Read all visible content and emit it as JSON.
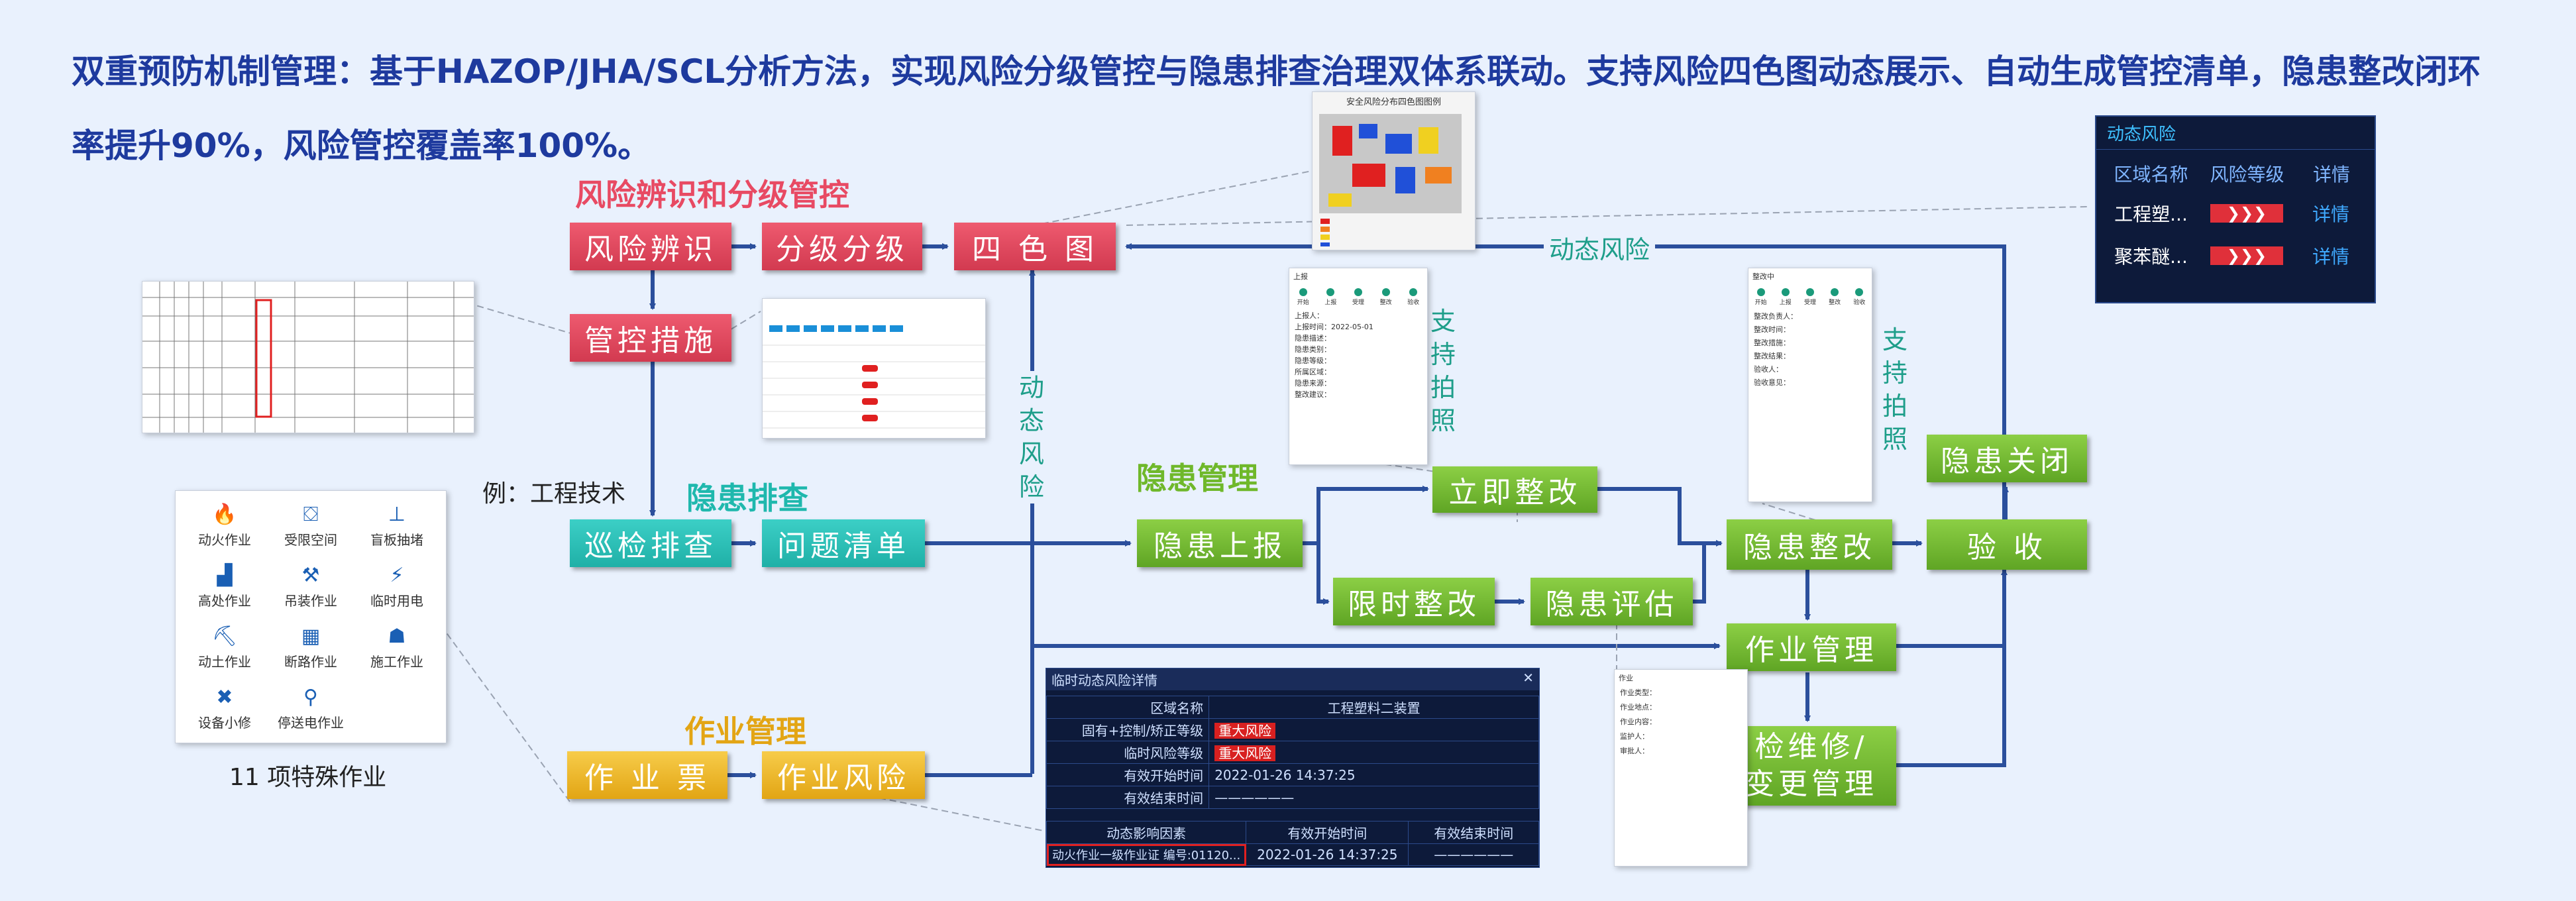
{
  "title": "双重预防机制管理：基于HAZOP/JHA/SCL分析方法，实现风险分级管控与隐患排查治理双体系联动。支持风险四色图动态展示、自动生成管控清单，隐患整改闭环率提升90%，风险管控覆盖率100%。",
  "sections": {
    "risk": "风险辨识和分级管控",
    "hazard_check": "隐患排查",
    "hazard_mgmt": "隐患管理",
    "work_mgmt": "作业管理"
  },
  "boxes": {
    "risk_identify": "风险辨识",
    "grading": "分级分级",
    "four_color": "四 色 图",
    "control_measures": "管控措施",
    "patrol": "巡检排查",
    "issue_list": "问题清单",
    "hazard_report": "隐患上报",
    "immediate_fix": "立即整改",
    "deadline_fix": "限时整改",
    "hazard_eval": "隐患评估",
    "hazard_rectify": "隐患整改",
    "acceptance": "验  收",
    "hazard_close": "隐患关闭",
    "work_management": "作业管理",
    "maintenance_1": "检维修/",
    "maintenance_2": "变更管理",
    "work_ticket": "作 业 票",
    "work_risk": "作业风险"
  },
  "labels": {
    "dynamic_risk_h": "动态风险",
    "dynamic_risk_v": [
      "动",
      "态",
      "风",
      "险"
    ],
    "support_photo_1": [
      "支",
      "持",
      "拍",
      "照"
    ],
    "support_photo_2": [
      "支",
      "持",
      "拍",
      "照"
    ],
    "example": "例：工程技术",
    "special_ops": "11 项特殊作业"
  },
  "map": {
    "title": "安全风险分布四色图图例"
  },
  "special_ops_grid": [
    {
      "name": "动火作业",
      "icon": "fire-icon",
      "glyph": "🔥"
    },
    {
      "name": "受限空间",
      "icon": "space-icon",
      "glyph": "⛋"
    },
    {
      "name": "盲板抽堵",
      "icon": "plate-icon",
      "glyph": "⊥"
    },
    {
      "name": "高处作业",
      "icon": "height-icon",
      "glyph": "▟"
    },
    {
      "name": "吊装作业",
      "icon": "crane-icon",
      "glyph": "⚒"
    },
    {
      "name": "临时用电",
      "icon": "power-icon",
      "glyph": "⚡"
    },
    {
      "name": "动土作业",
      "icon": "dig-icon",
      "glyph": "⛏"
    },
    {
      "name": "断路作业",
      "icon": "road-icon",
      "glyph": "▦"
    },
    {
      "name": "施工作业",
      "icon": "worker-icon",
      "glyph": "☗"
    },
    {
      "name": "设备小修",
      "icon": "repair-icon",
      "glyph": "✖"
    },
    {
      "name": "停送电作业",
      "icon": "plug-icon",
      "glyph": "⚲"
    }
  ],
  "dynamic_panel": {
    "tab": "动态风险",
    "headers": [
      "区域名称",
      "风险等级",
      "详情"
    ],
    "rows": [
      {
        "area": "工程塑...",
        "detail": "详情"
      },
      {
        "area": "聚苯醚...",
        "detail": "详情"
      }
    ],
    "level_glyph": "❯❯❯",
    "level_color": "#e0303a"
  },
  "risk_detail": {
    "title": "临时动态风险详情",
    "close": "✕",
    "rows": [
      {
        "k": "区域名称",
        "v": "工程塑料二装置"
      },
      {
        "k": "固有+控制/矫正等级",
        "v": "重大风险"
      },
      {
        "k": "临时风险等级",
        "v": "重大风险"
      },
      {
        "k": "有效开始时间",
        "v": "2022-01-26 14:37:25"
      },
      {
        "k": "有效结束时间",
        "v": "——————"
      }
    ],
    "sub_headers": [
      "动态影响因素",
      "有效开始时间",
      "有效结束时间"
    ],
    "sub_row": [
      "动火作业一级作业证 编号:01120...",
      "2022-01-26 14:37:25",
      "——————"
    ]
  },
  "phone1": {
    "title": "上报",
    "steps": [
      "开始",
      "上报",
      "受理",
      "整改",
      "验收"
    ],
    "lines": [
      "上报人：",
      "上报时间：2022-05-01",
      "隐患描述：",
      "隐患类别：",
      "隐患等级：",
      "所属区域：",
      "隐患来源：",
      "整改建议："
    ]
  },
  "phone2": {
    "title": "整改中",
    "steps": [
      "开始",
      "上报",
      "受理",
      "整改",
      "验收"
    ],
    "lines": [
      "整改负责人：",
      "整改时间：",
      "整改措施：",
      "整改结果：",
      "验收人：",
      "验收意见："
    ]
  },
  "phone3": {
    "title": "作业",
    "lines": [
      "作业类型：",
      "作业地点：",
      "作业内容：",
      "监护人：",
      "审批人："
    ]
  }
}
